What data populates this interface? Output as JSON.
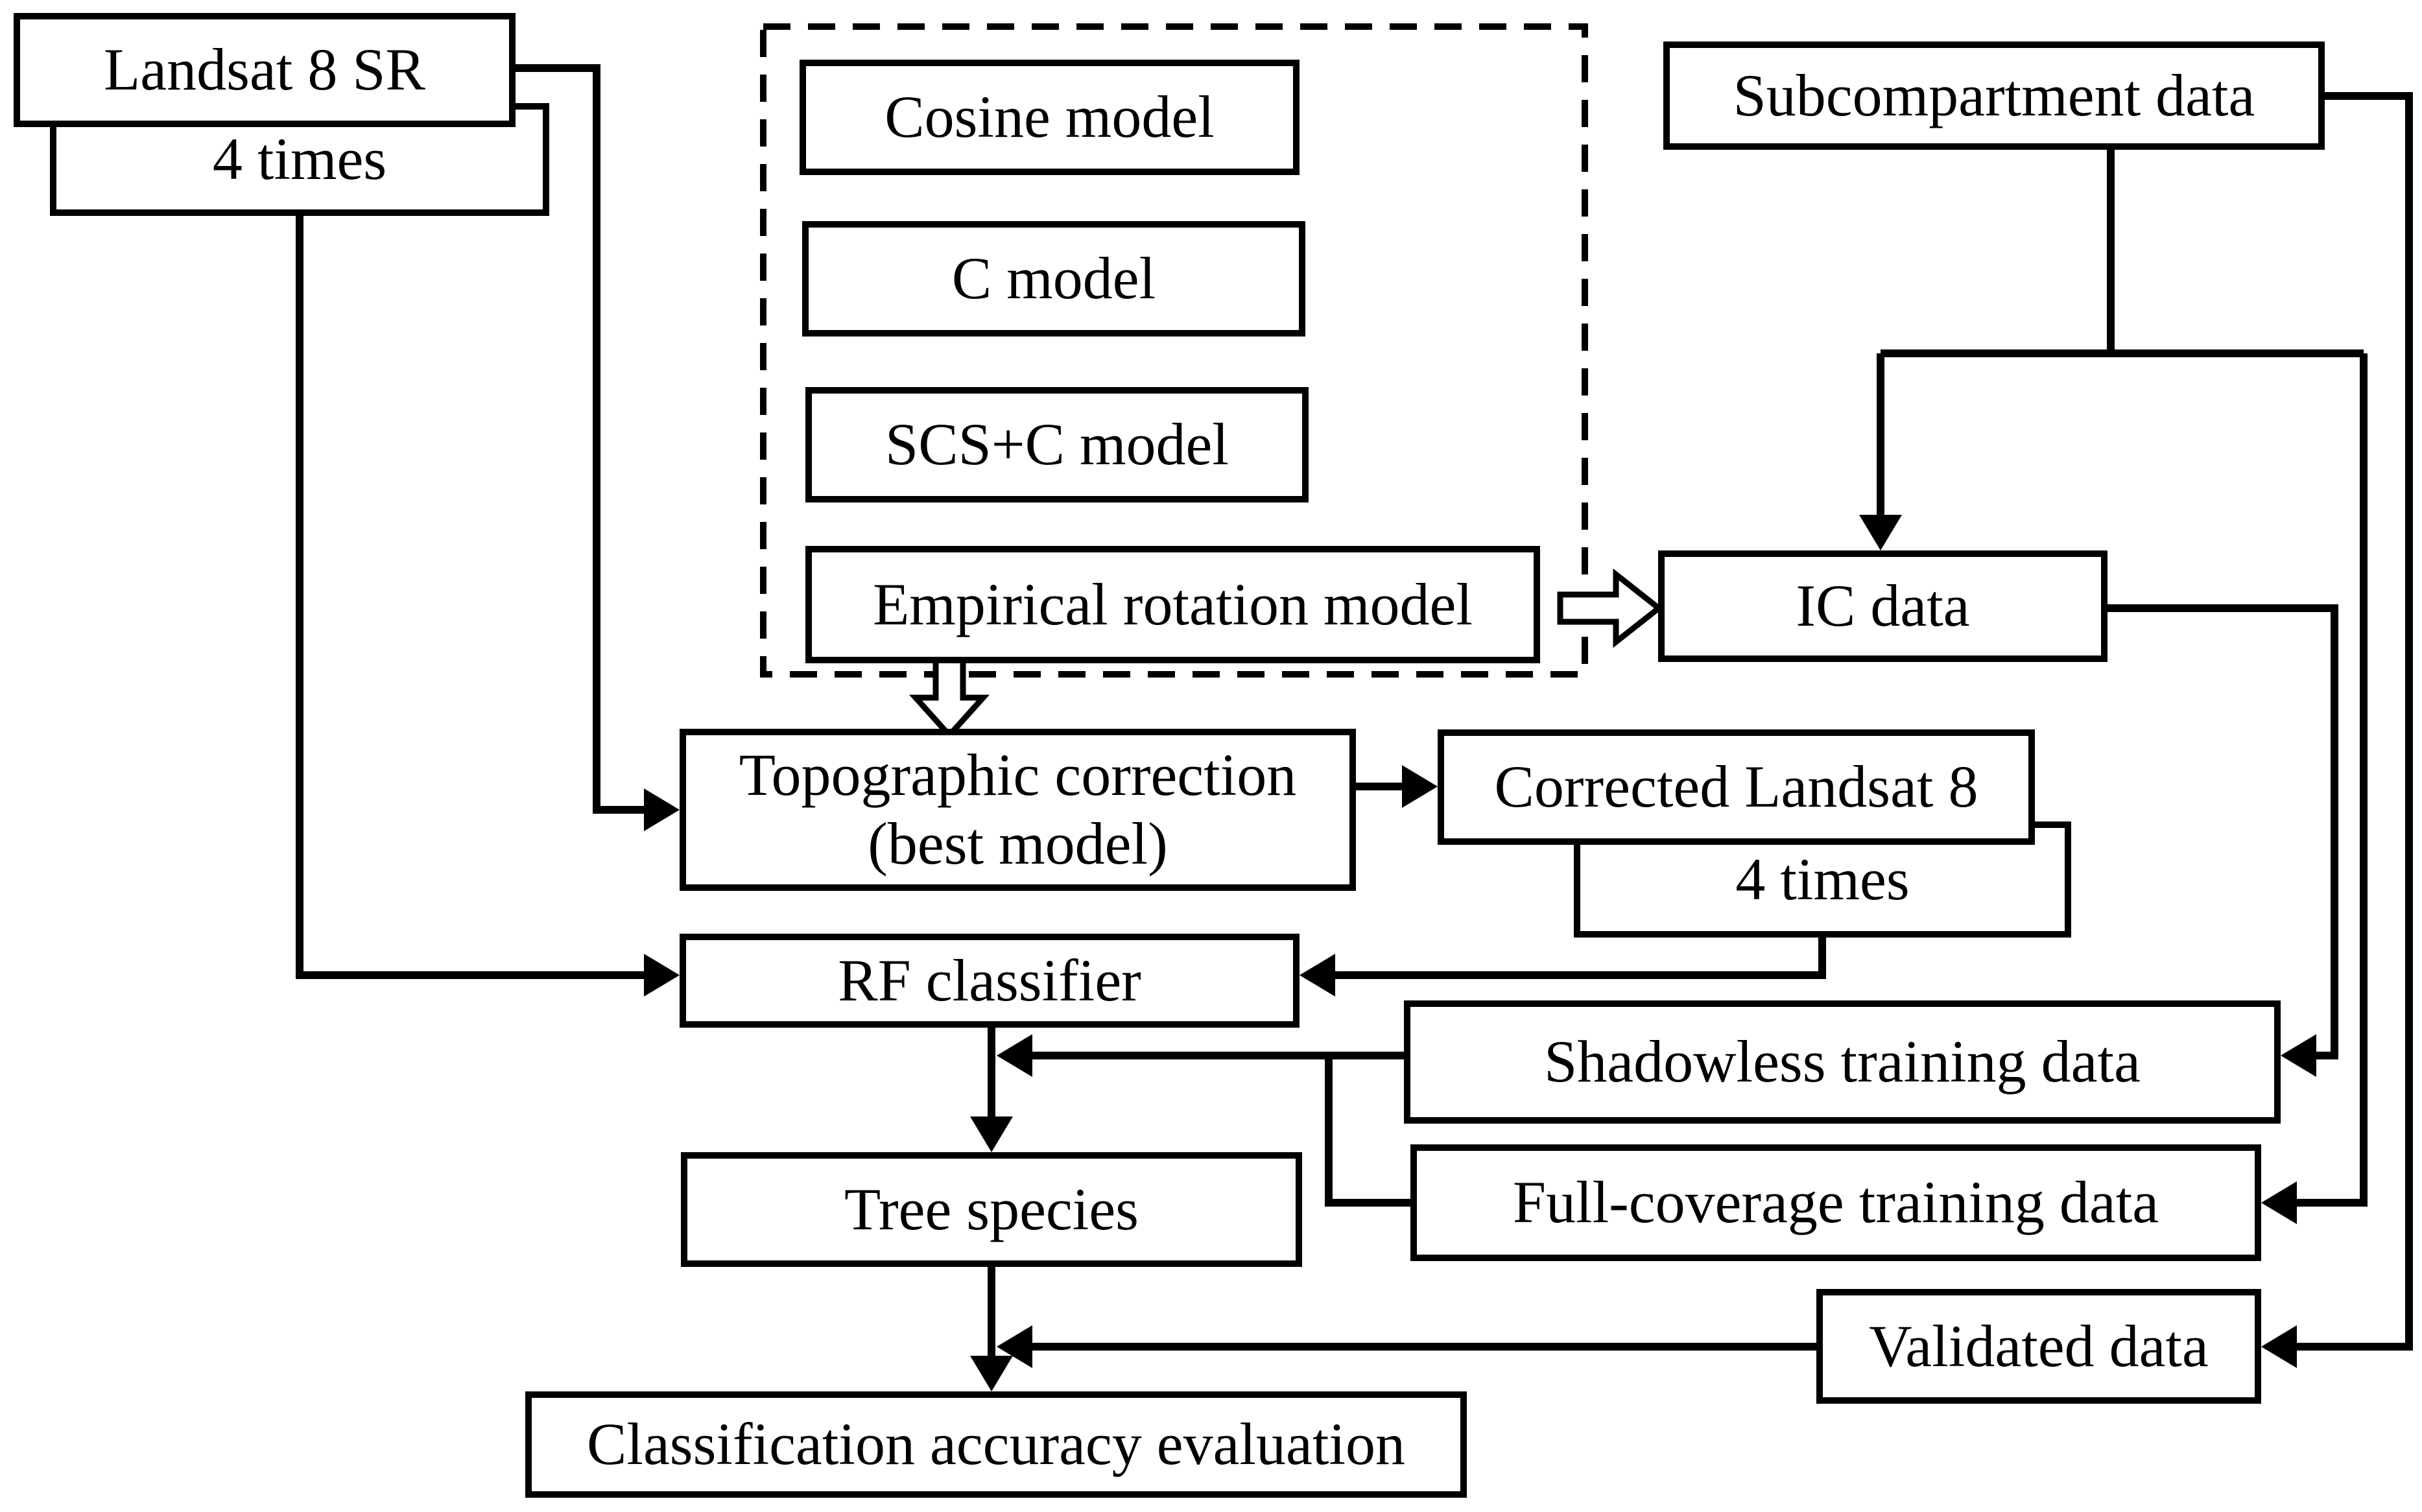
{
  "figure": {
    "type": "flowchart",
    "background": "#ffffff"
  },
  "colors": {
    "stroke": "#000000",
    "box_fill": "#ffffff",
    "text": "#000000"
  },
  "diagram": {
    "nodes": {
      "landsat_sr": {
        "label": "Landsat 8 SR"
      },
      "four_times_left": {
        "label": "4 times"
      },
      "cosine": {
        "label": "Cosine model"
      },
      "c_model": {
        "label": "C model"
      },
      "scs_c": {
        "label": "SCS+C model"
      },
      "empirical": {
        "label": "Empirical rotation model"
      },
      "subcompartment": {
        "label": "Subcompartment data"
      },
      "ic_data": {
        "label": "IC data"
      },
      "topographic": {
        "line1": "Topographic correction",
        "line2": "(best model)"
      },
      "corrected_landsat": {
        "label": "Corrected Landsat 8"
      },
      "four_times_right": {
        "label": "4 times"
      },
      "rf_classifier": {
        "label": "RF classifier"
      },
      "shadowless": {
        "label": "Shadowless training data"
      },
      "tree_species": {
        "label": "Tree species"
      },
      "full_coverage": {
        "label": "Full-coverage training data"
      },
      "validated": {
        "label": "Validated data"
      },
      "classification": {
        "label": "Classification accuracy evaluation"
      }
    }
  }
}
